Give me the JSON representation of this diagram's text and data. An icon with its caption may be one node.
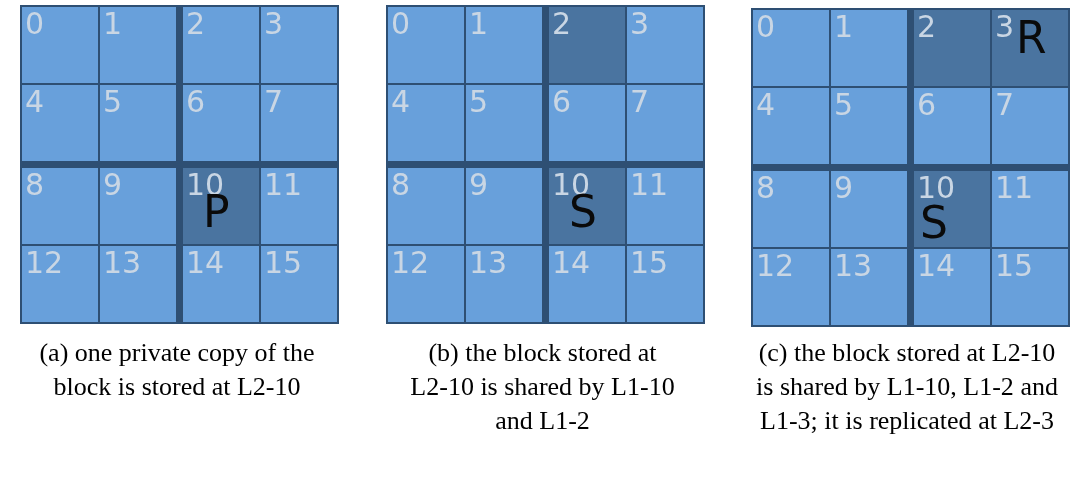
{
  "diagram": {
    "nodes": [
      {
        "text": [],
        "shape": "box"
      },
      {
        "text": [
          "0"
        ],
        "in": 0
      },
      {
        "text": [
          "1"
        ],
        "in": 0
      },
      {
        "text": [
          "2"
        ],
        "in": 0
      },
      {
        "text": [
          "3"
        ],
        "in": 0
      },
      {
        "text": [
          "4"
        ],
        "in": 0
      },
      {
        "text": [
          "5"
        ],
        "in": 0
      },
      {
        "text": [
          "6"
        ],
        "in": 0
      },
      {
        "text": [
          "7"
        ],
        "in": 0
      },
      {
        "text": [
          "8"
        ],
        "in": 0
      },
      {
        "text": [
          "9"
        ],
        "in": 0
      },
      {
        "text": [
          "10",
          "P"
        ],
        "in": 0
      },
      {
        "text": [
          "11"
        ],
        "in": 0
      },
      {
        "text": [
          "12"
        ],
        "in": 0
      },
      {
        "text": [
          "13"
        ],
        "in": 0
      },
      {
        "text": [
          "14"
        ],
        "in": 0
      },
      {
        "text": [
          "15"
        ],
        "in": 0
      },
      {
        "text": [],
        "shape": "box"
      },
      {
        "text": [
          "0"
        ],
        "in": 17
      },
      {
        "text": [
          "1"
        ],
        "in": 17
      },
      {
        "text": [
          "2"
        ],
        "in": 17
      },
      {
        "text": [
          "3"
        ],
        "in": 17
      },
      {
        "text": [
          "4"
        ],
        "in": 17
      },
      {
        "text": [
          "5"
        ],
        "in": 17
      },
      {
        "text": [
          "6"
        ],
        "in": 17
      },
      {
        "text": [
          "7"
        ],
        "in": 17
      },
      {
        "text": [
          "8"
        ],
        "in": 17
      },
      {
        "text": [
          "9"
        ],
        "in": 17
      },
      {
        "text": [
          "10",
          "S"
        ],
        "in": 17
      },
      {
        "text": [
          "11"
        ],
        "in": 17
      },
      {
        "text": [
          "12"
        ],
        "in": 17
      },
      {
        "text": [
          "13"
        ],
        "in": 17
      },
      {
        "text": [
          "14"
        ],
        "in": 17
      },
      {
        "text": [
          "15"
        ],
        "in": 17
      },
      {
        "text": [],
        "shape": "box"
      },
      {
        "text": [
          "0"
        ],
        "in": 34
      },
      {
        "text": [
          "1"
        ],
        "in": 34
      },
      {
        "text": [
          "2"
        ],
        "in": 34
      },
      {
        "text": [
          "3",
          "R"
        ],
        "in": 34
      },
      {
        "text": [
          "4"
        ],
        "in": 34
      },
      {
        "text": [
          "5"
        ],
        "in": 34
      },
      {
        "text": [
          "6"
        ],
        "in": 34
      },
      {
        "text": [
          "7"
        ],
        "in": 34
      },
      {
        "text": [
          "8"
        ],
        "in": 34
      },
      {
        "text": [
          "9"
        ],
        "in": 34
      },
      {
        "text": [
          "10",
          "S"
        ],
        "in": 34
      },
      {
        "text": [
          "11"
        ],
        "in": 34
      },
      {
        "text": [
          "12"
        ],
        "in": 34
      },
      {
        "text": [
          "13"
        ],
        "in": 34
      },
      {
        "text": [
          "14"
        ],
        "in": 34
      },
      {
        "text": [
          "15"
        ],
        "in": 34
      }
    ],
    "labels": [
      "(a) one private copy of the block is stored at L2-10",
      "(b) the block stored at L2-10 is shared by L1-10 and L1-2",
      "(c) the block stored at L2-10 is shared by L1-10, L1-2 and L1-3; it is replicated at L2-3"
    ]
  }
}
